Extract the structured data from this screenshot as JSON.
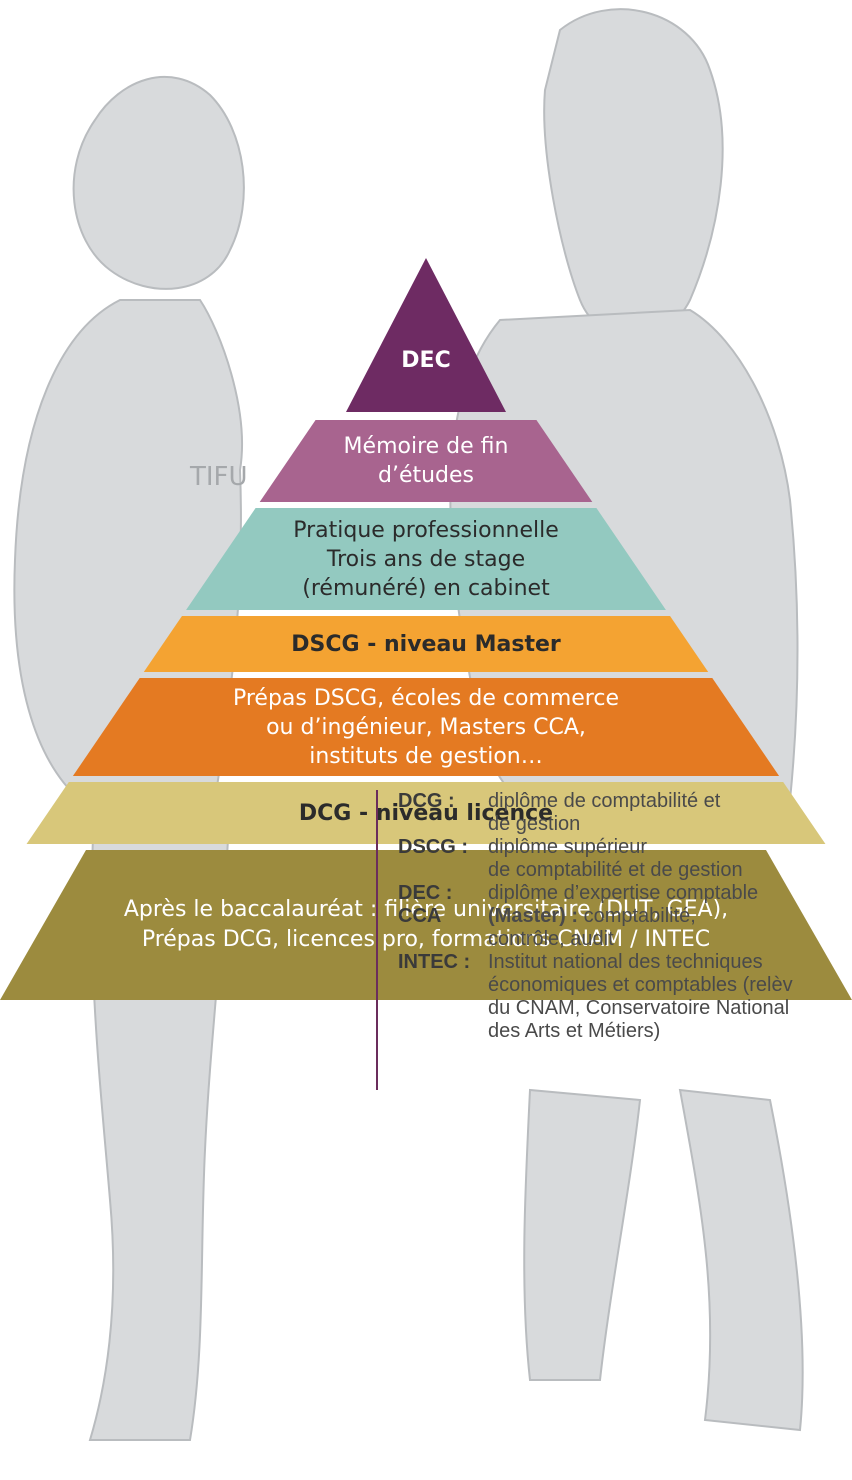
{
  "pyramid": {
    "levels": [
      {
        "id": "dec",
        "lines": [
          "DEC"
        ],
        "color": "#6e2b63",
        "text_color": "#ffffff",
        "bold": true
      },
      {
        "id": "memoire",
        "lines": [
          "Mémoire de fin",
          "d’études"
        ],
        "color": "#a8648f",
        "text_color": "#ffffff",
        "bold": false
      },
      {
        "id": "pratique",
        "lines": [
          "Pratique professionnelle",
          "Trois ans de stage",
          "(rémunéré) en cabinet"
        ],
        "color": "#93c9c0",
        "text_color": "#2b2b2b",
        "bold": false
      },
      {
        "id": "dscg",
        "lines": [
          "DSCG - niveau Master"
        ],
        "color": "#f4a332",
        "text_color": "#2b2b2b",
        "bold": true
      },
      {
        "id": "prepas-dscg",
        "lines": [
          "Prépas DSCG, écoles de commerce",
          "ou d’ingénieur, Masters CCA,",
          "instituts de gestion…"
        ],
        "color": "#e47a22",
        "text_color": "#ffffff",
        "bold": false
      },
      {
        "id": "dcg",
        "lines": [
          "DCG - niveau licence"
        ],
        "color": "#d8c77a",
        "text_color": "#2b2b2b",
        "bold": true
      },
      {
        "id": "apres-bac",
        "lines": [
          "Après le baccalauréat : filière universitaire (DUT, GEA),",
          "Prépas DCG, licences pro, formations CNAM / INTEC"
        ],
        "color": "#9c8b3e",
        "text_color": "#ffffff",
        "bold": false
      }
    ]
  },
  "legend": {
    "entries": [
      {
        "term": "DCG :",
        "definition": [
          "diplôme de comptabilité et",
          "de gestion"
        ]
      },
      {
        "term": "DSCG :",
        "definition": [
          "diplôme supérieur",
          "de comptabilité et de gestion"
        ]
      },
      {
        "term": "DEC :",
        "definition": [
          "diplôme d’expertise comptable"
        ]
      },
      {
        "term": "CCA",
        "definition_strong": "(Master) :",
        "definition": [
          " comptabilité,",
          "contrôle, audit"
        ]
      },
      {
        "term": "INTEC :",
        "definition": [
          "Institut national des techniques",
          "économiques et comptables (relèv",
          "du CNAM, Conservatoire National",
          "des Arts et Métiers)"
        ]
      }
    ],
    "bar_color": "#6b2d5c"
  },
  "background": {
    "illustration": "two-students-sketch",
    "shirt_text": "TIFU",
    "sketch_color": "#d2d4d6"
  }
}
